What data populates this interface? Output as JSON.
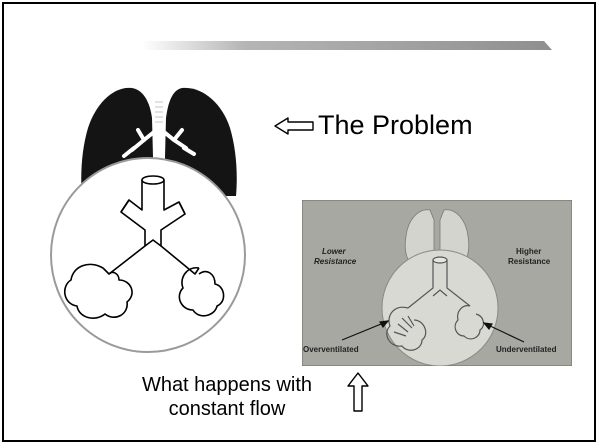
{
  "heading": {
    "problem_label": "The Problem"
  },
  "caption": {
    "line1": "What happens with",
    "line2": "constant flow"
  },
  "photo": {
    "left_label_line1": "Lower",
    "left_label_line2": "Resistance",
    "right_label_line1": "Higher",
    "right_label_line2": "Resistance",
    "bottom_left_label": "Overventilated",
    "bottom_right_label": "Underventilated"
  },
  "colors": {
    "title_bar": "#9a9a9a",
    "lung_fill": "#141414",
    "photo_background": "#a8a8a2"
  },
  "icons": {
    "problem_arrow": "left-outline-arrow-icon",
    "caption_arrow": "up-outline-arrow-icon"
  }
}
